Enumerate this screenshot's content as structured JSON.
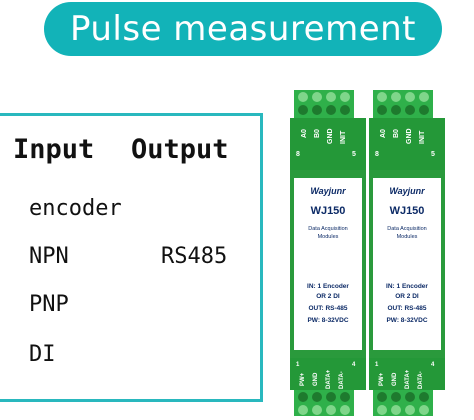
{
  "banner": {
    "title": "Pulse measurement"
  },
  "table": {
    "input_header": "Input",
    "output_header": "Output",
    "inputs": [
      "encoder",
      "NPN",
      "PNP",
      "DI"
    ],
    "output": "RS485"
  },
  "module": {
    "brand": "Wayjunr",
    "model": "WJ150",
    "subtitle_line1": "Data Acquisition",
    "subtitle_line2": "Modules",
    "spec_in_line1": "IN: 1 Encoder",
    "spec_in_line2": "OR 2 DI",
    "spec_out": "OUT: RS-485",
    "spec_pw": "PW: 8-32VDC",
    "top_terminals": [
      "A0",
      "B0",
      "GND",
      "INIT"
    ],
    "top_numbers": [
      "8",
      "5"
    ],
    "bottom_terminals": [
      "PW+",
      "GND",
      "DATA+",
      "DATA-"
    ],
    "bottom_numbers": [
      "1",
      "4"
    ],
    "body_color": "#2a9a3c",
    "label_color": "#ffffff"
  },
  "colors": {
    "accent": "#12b3b8",
    "panel_border": "#29b8be"
  }
}
